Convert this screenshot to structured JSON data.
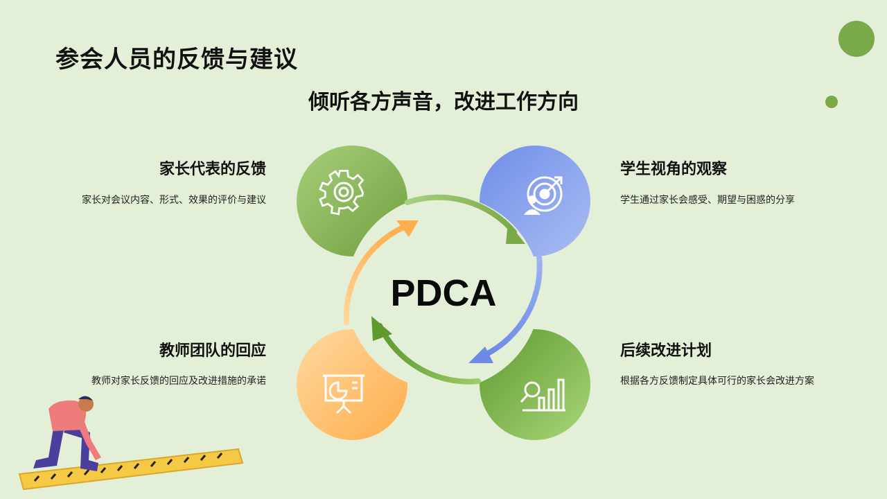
{
  "title": "参会人员的反馈与建议",
  "subtitle": "倾听各方声音，改进工作方向",
  "center_label": "PDCA",
  "items": [
    {
      "title": "家长代表的反馈",
      "desc": "家长对会议内容、形式、效果的评价与建议",
      "icon": "gear-icon",
      "color": "#86b45a"
    },
    {
      "title": "学生视角的观察",
      "desc": "学生通过家长会感受、期望与困惑的分享",
      "icon": "target-icon",
      "color": "#7f9bea"
    },
    {
      "title": "教师团队的回应",
      "desc": "教师对家长反馈的回应及改进措施的承诺",
      "icon": "presentation-board-icon",
      "color": "#ffb863"
    },
    {
      "title": "后续改进计划",
      "desc": "根据各方反馈制定具体可行的家长会改进方案",
      "icon": "bar-chart-magnifier-icon",
      "color": "#7cb848"
    }
  ],
  "colors": {
    "background": "#e4efd8",
    "accent_green": "#7aa94a"
  }
}
